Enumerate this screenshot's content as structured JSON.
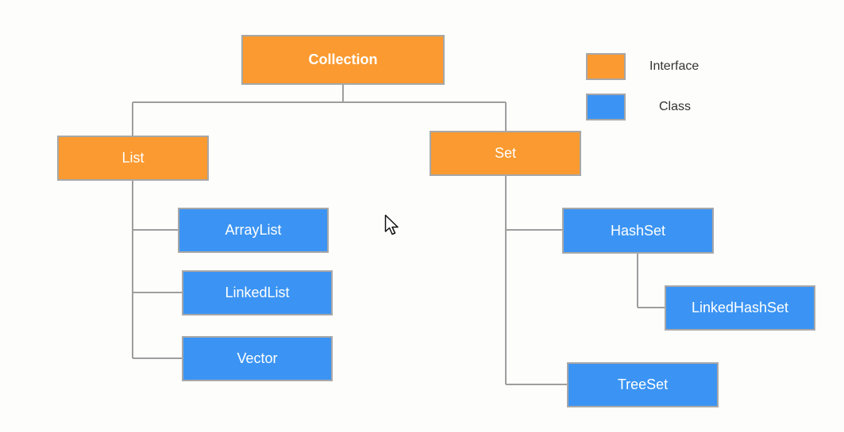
{
  "colors": {
    "interface": "#fb9a30",
    "class": "#3b94f3",
    "connector": "#9e9e9e",
    "border": "#a7a7a7"
  },
  "nodes": {
    "collection": {
      "label": "Collection",
      "kind": "interface"
    },
    "list": {
      "label": "List",
      "kind": "interface"
    },
    "set": {
      "label": "Set",
      "kind": "interface"
    },
    "arraylist": {
      "label": "ArrayList",
      "kind": "class"
    },
    "linkedlist": {
      "label": "LinkedList",
      "kind": "class"
    },
    "vector": {
      "label": "Vector",
      "kind": "class"
    },
    "hashset": {
      "label": "HashSet",
      "kind": "class"
    },
    "linkedhashset": {
      "label": "LinkedHashSet",
      "kind": "class"
    },
    "treeset": {
      "label": "TreeSet",
      "kind": "class"
    }
  },
  "legend": {
    "interface_label": "Interface",
    "class_label": "Class"
  },
  "cursor_icon": "arrow-cursor"
}
